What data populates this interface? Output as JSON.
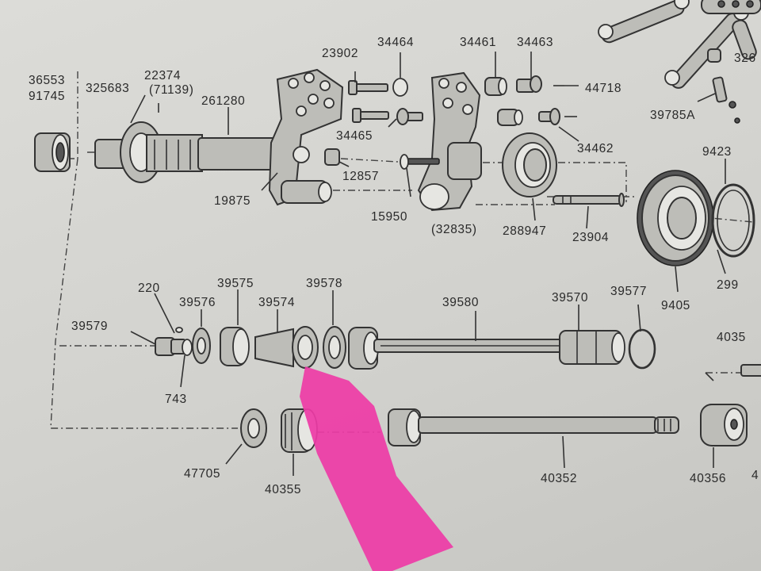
{
  "labels": {
    "l36553": "36553",
    "l91745": "91745",
    "l325683": "325683",
    "l22374": "22374",
    "l71139": "(71139)",
    "l261280": "261280",
    "l19875": "19875",
    "l23902": "23902",
    "l34465": "34465",
    "l12857": "12857",
    "l15950": "15950",
    "l34464": "34464",
    "l34461": "34461",
    "l34463": "34463",
    "l44718": "44718",
    "l34462": "34462",
    "l32835": "(32835)",
    "l288947": "288947",
    "l23904": "23904",
    "l326": "326",
    "l39785A": "39785A",
    "l9423": "9423",
    "l9405": "9405",
    "l299": "299",
    "l220": "220",
    "l39575": "39575",
    "l39576": "39576",
    "l39574": "39574",
    "l39578": "39578",
    "l39579": "39579",
    "l743": "743",
    "l39580": "39580",
    "l39570": "39570",
    "l39577": "39577",
    "l4035x": "4035",
    "l47705": "47705",
    "l40355": "40355",
    "l40352": "40352",
    "l40356": "40356",
    "l4edge": "4"
  },
  "colors": {
    "paper": "#d6d6d2",
    "ink": "#2a2a2a",
    "highlighter": "#ee3ba6"
  }
}
